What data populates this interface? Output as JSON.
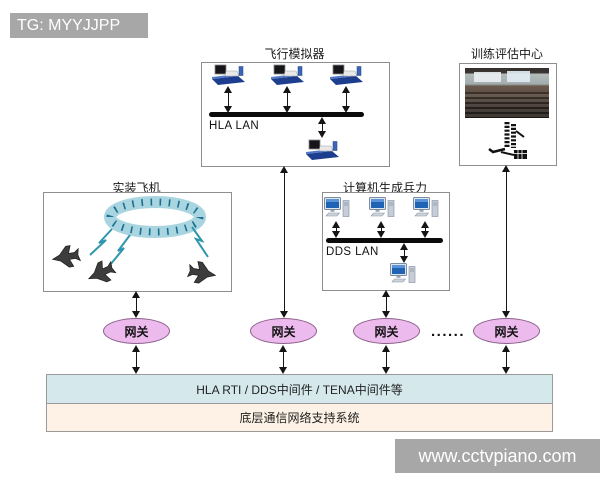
{
  "banner": {
    "text": "TG: MYYJJPP"
  },
  "diagram": {
    "flight_sim": {
      "title": "飞行模拟器",
      "lan_label": "HLA LAN"
    },
    "training_center": {
      "title": "训练评估中心"
    },
    "live_aircraft": {
      "title": "实装飞机"
    },
    "cgf": {
      "title": "计算机生成兵力",
      "lan_label": "DDS LAN"
    },
    "gateways": [
      "网关",
      "网关",
      "网关",
      "网关"
    ],
    "gateway_ellipsis": "......",
    "middleware_layer": "HLA RTI / DDS中间件 / TENA中间件等",
    "network_layer": "底层通信网络支持系统"
  },
  "watermark": {
    "text": "www.cctvpiano.com"
  },
  "colors": {
    "banner_bg": "#A7A7A7",
    "gateway_fill": "#EDBAED",
    "gateway_border": "#8A5F8A",
    "middleware_fill": "#D5E9EC",
    "network_fill": "#FDF2E5",
    "lan_bus": "#0B0B0B",
    "datalink_ring": "#A9D5E1",
    "ring_ticks": "#1B6F8E",
    "lightning": "#2F97AD"
  }
}
